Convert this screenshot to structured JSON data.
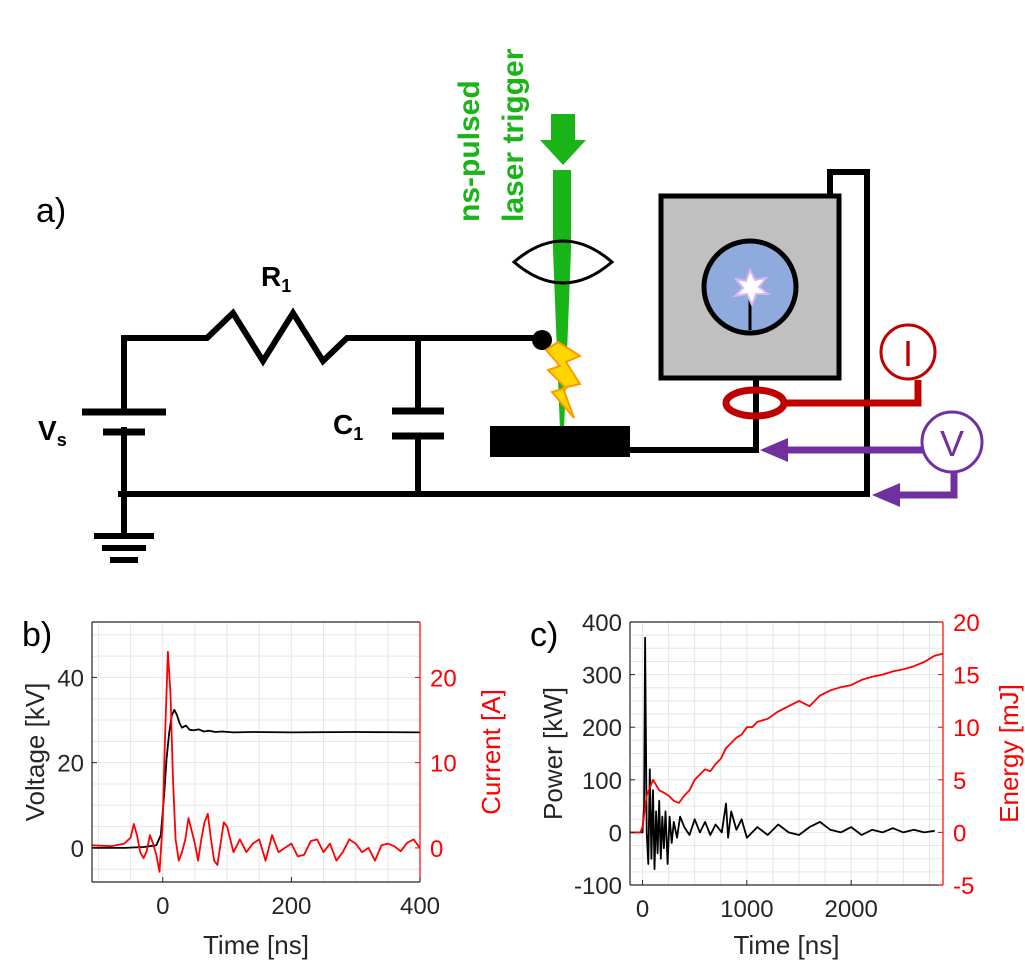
{
  "panel_a": {
    "label": "a)",
    "resistor_label": "R",
    "resistor_sub": "1",
    "capacitor_label": "C",
    "capacitor_sub": "1",
    "source_label": "V",
    "source_sub": "s",
    "laser_line1": "ns-pulsed",
    "laser_line2": "laser trigger",
    "current_probe": "I",
    "voltage_probe": "V",
    "colors": {
      "laser": "#18b418",
      "current_probe": "#c00000",
      "voltage_probe": "#7030a0",
      "chamber": "#c0c0c0",
      "window": "#8faadc",
      "spark": "#ffd700"
    }
  },
  "chart_data": [
    {
      "type": "line",
      "panel_label": "b)",
      "xlabel": "Time [ns]",
      "ylabel_left": "Voltage [kV]",
      "ylabel_right": "Current [A]",
      "xlim": [
        -110,
        400
      ],
      "ylim_left": [
        -8,
        53
      ],
      "ylim_right": [
        -4,
        26.5
      ],
      "xticks": [
        0,
        200,
        400
      ],
      "yticks_left": [
        0,
        20,
        40
      ],
      "yticks_right": [
        0,
        10,
        20
      ],
      "grid": true,
      "series": [
        {
          "axis": "left",
          "color": "#000000",
          "x": [
            -110,
            -60,
            -30,
            -10,
            -3,
            2,
            6,
            10,
            14,
            18,
            22,
            26,
            30,
            36,
            42,
            48,
            56,
            64,
            72,
            82,
            92,
            110,
            140,
            200,
            300,
            400
          ],
          "y": [
            0,
            0,
            0.2,
            0.6,
            3,
            12,
            21,
            27,
            31,
            32.4,
            31.2,
            29.3,
            28.2,
            28.7,
            27.7,
            27.6,
            27.8,
            27.3,
            27.5,
            27.2,
            27.3,
            27.1,
            27.2,
            27.1,
            27.2,
            27.1
          ]
        },
        {
          "axis": "right",
          "color": "#ff0000",
          "x": [
            -110,
            -80,
            -60,
            -50,
            -45,
            -40,
            -35,
            -30,
            -25,
            -20,
            -15,
            -10,
            -5,
            0,
            4,
            8,
            12,
            16,
            20,
            25,
            30,
            35,
            40,
            45,
            50,
            55,
            60,
            65,
            70,
            75,
            80,
            85,
            90,
            95,
            100,
            110,
            120,
            130,
            140,
            150,
            160,
            170,
            180,
            190,
            200,
            210,
            220,
            230,
            240,
            250,
            260,
            270,
            280,
            290,
            300,
            310,
            320,
            330,
            340,
            350,
            360,
            370,
            380,
            390,
            400
          ],
          "y": [
            0.3,
            0.2,
            0.5,
            1.2,
            2.8,
            1.5,
            -0.5,
            -1.2,
            -0.4,
            1.5,
            0.5,
            -0.8,
            -2.8,
            3,
            14,
            23,
            18,
            8,
            1,
            -1.5,
            -0.5,
            1,
            3.5,
            2,
            0.5,
            -1.5,
            1,
            3,
            4,
            1,
            -1.5,
            -2,
            0.5,
            3,
            2.5,
            -0.5,
            1,
            -0.5,
            0.5,
            1,
            -1.5,
            1.5,
            -0.5,
            0,
            0.5,
            -1,
            -0.8,
            0.8,
            1,
            -0.5,
            0.5,
            -1.5,
            -0.5,
            1,
            0.5,
            -0.5,
            0,
            -1.5,
            0.3,
            0.5,
            0.2,
            -0.4,
            0.6,
            1,
            0
          ]
        }
      ]
    },
    {
      "type": "line",
      "panel_label": "c)",
      "xlabel": "Time [ns]",
      "ylabel_left": "Power [kW]",
      "ylabel_right": "Energy [mJ]",
      "xlim": [
        -120,
        2880
      ],
      "ylim_left": [
        -100,
        400
      ],
      "ylim_right": [
        -5,
        20
      ],
      "xticks": [
        0,
        1000,
        2000
      ],
      "yticks_left": [
        -100,
        0,
        100,
        200,
        300,
        400
      ],
      "yticks_right": [
        -5,
        0,
        5,
        10,
        15,
        20
      ],
      "grid": true,
      "series": [
        {
          "axis": "left",
          "color": "#000000",
          "x": [
            -120,
            0,
            15,
            25,
            40,
            55,
            70,
            85,
            100,
            115,
            130,
            145,
            160,
            175,
            190,
            205,
            220,
            240,
            260,
            280,
            300,
            330,
            360,
            400,
            450,
            500,
            550,
            600,
            650,
            700,
            760,
            800,
            820,
            850,
            900,
            950,
            1000,
            1100,
            1200,
            1300,
            1400,
            1500,
            1600,
            1700,
            1800,
            1900,
            2000,
            2100,
            2200,
            2300,
            2400,
            2500,
            2600,
            2700,
            2800
          ],
          "y": [
            0,
            0,
            50,
            370,
            0,
            -60,
            120,
            -50,
            80,
            -70,
            40,
            -40,
            60,
            -50,
            30,
            -30,
            40,
            -60,
            30,
            -20,
            20,
            -10,
            30,
            10,
            -5,
            25,
            0,
            20,
            -5,
            15,
            0,
            55,
            -10,
            40,
            5,
            25,
            -10,
            10,
            -5,
            15,
            0,
            -5,
            10,
            20,
            5,
            0,
            10,
            -5,
            5,
            0,
            8,
            0,
            5,
            0,
            3
          ]
        },
        {
          "axis": "right",
          "color": "#ff0000",
          "x": [
            -120,
            -20,
            0,
            20,
            40,
            60,
            80,
            100,
            130,
            160,
            200,
            250,
            300,
            350,
            400,
            450,
            500,
            550,
            600,
            650,
            700,
            750,
            800,
            850,
            900,
            950,
            1000,
            1050,
            1100,
            1200,
            1300,
            1400,
            1500,
            1600,
            1700,
            1800,
            1900,
            2000,
            2100,
            2200,
            2300,
            2400,
            2500,
            2600,
            2700,
            2800,
            2880
          ],
          "y": [
            0,
            0,
            0.5,
            2,
            3.5,
            4,
            4.5,
            5,
            4.5,
            4,
            3.8,
            3.5,
            3,
            2.8,
            3.5,
            4,
            5,
            5.5,
            6,
            5.8,
            6.5,
            7,
            8,
            8.5,
            9,
            9.3,
            10,
            10,
            10.5,
            10.8,
            11.5,
            12,
            12.5,
            12,
            13,
            13.5,
            13.8,
            14,
            14.5,
            14.8,
            15,
            15.3,
            15.5,
            15.8,
            16.2,
            16.8,
            17
          ]
        }
      ]
    }
  ]
}
